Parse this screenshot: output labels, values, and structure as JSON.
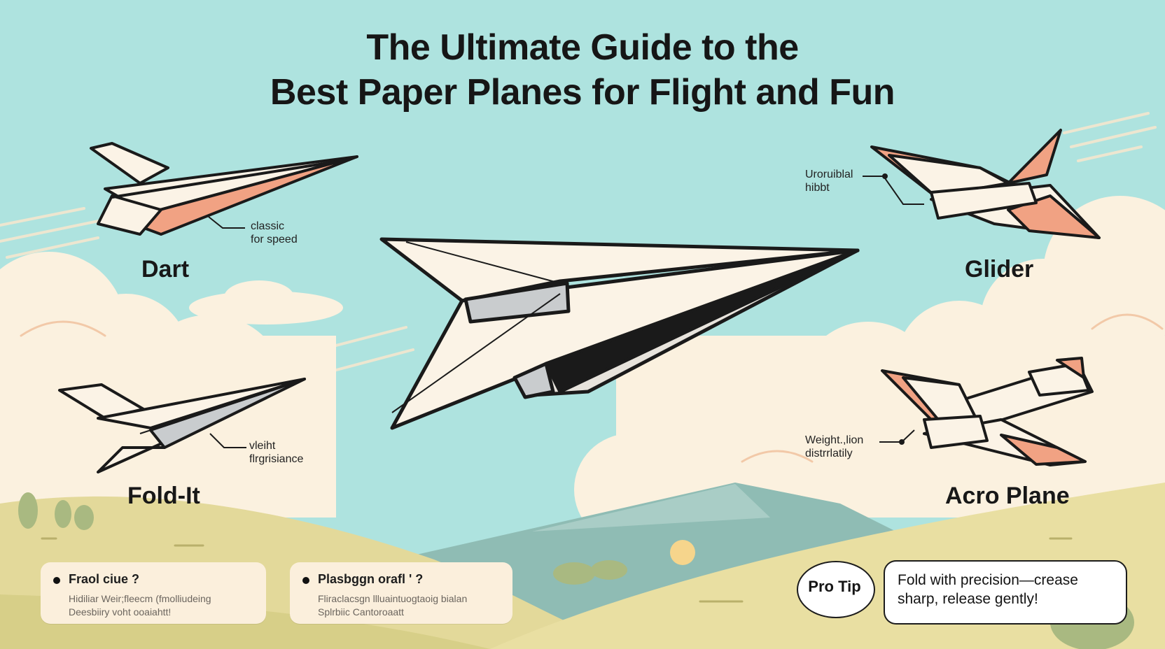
{
  "title": {
    "line1": "The Ultimate Guide to the",
    "line2": "Best Paper Planes for Flight and Fun"
  },
  "planes": {
    "dart": {
      "name": "Dart",
      "note_line1": "classic",
      "note_line2": "for speed"
    },
    "glider": {
      "name": "Glider",
      "note_line1": "Uroruiblal",
      "note_line2": "hibbt"
    },
    "foldit": {
      "name": "Fold-It",
      "note_line1": "vleiht",
      "note_line2": "flrgrisiance"
    },
    "acro": {
      "name": "Acro Plane",
      "note_line1": "Weight.,lion",
      "note_line2": "distrrlatily"
    }
  },
  "cards": [
    {
      "title": "Fraol ciue ?",
      "line1": "Hidiliar Weir;fleecm (fmolliudeing",
      "line2": "Deesbiiry voht ooaiahtt!"
    },
    {
      "title": "Plasbggn orafl ' ?",
      "line1": "Fliraclacsgn llluaintuogtaoig bialan",
      "line2": "Splrbiic Cantoroaatt"
    }
  ],
  "tip": {
    "label": "Pro Tip",
    "line1": "Fold with precision—crease",
    "line2": "sharp, release gently!"
  },
  "colors": {
    "sky": "#aee3df",
    "cloud": "#fbf1df",
    "hill_front": "#e3d99a",
    "hill_back": "#cfd58f",
    "mountain": "#8fbcb4",
    "paper": "#fbf3e6",
    "accent": "#f1a283",
    "outline": "#1a1a1a"
  }
}
